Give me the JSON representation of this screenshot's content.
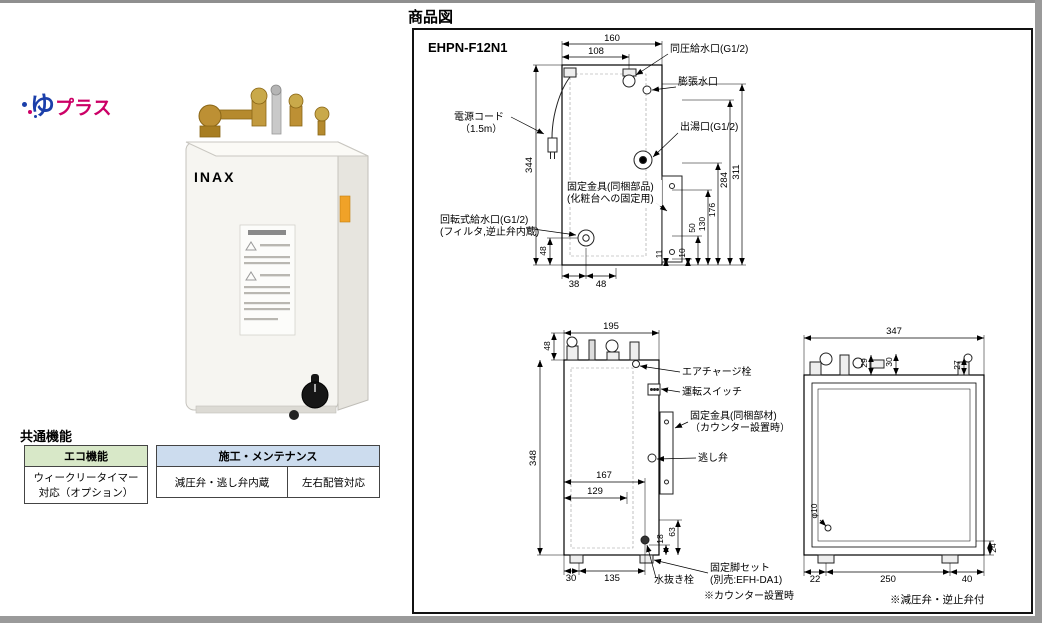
{
  "screen": {
    "section_title": "商品図"
  },
  "drawing": {
    "model": "EHPN-F12N1",
    "footnote": "※減圧弁・逆止弁付",
    "top_view": {
      "labels": {
        "power_cord_1": "電源コード",
        "power_cord_2": "（1.5m）",
        "inlet": "同圧給水口(G1/2)",
        "expansion": "膨張水口",
        "outlet": "出湯口(G1/2)",
        "bracket_1": "固定金具(同梱部品)",
        "bracket_2": "(化粧台への固定用)",
        "rotary_1": "回転式給水口(G1/2)",
        "rotary_2": "(フィルタ,逆止弁内蔵)"
      },
      "dims": {
        "w_total": "160",
        "w_inlet": "108",
        "h_total": "344",
        "h_rotary": "48",
        "hole_10": "10",
        "hole_50": "50",
        "hole_130": "130",
        "hole_176": "176",
        "h_284": "284",
        "h_311": "311",
        "h_11": "11",
        "b_38": "38",
        "b_48": "48"
      }
    },
    "front_view": {
      "labels": {
        "air_plug": "エアチャージ栓",
        "switch": "運転スイッチ",
        "bracket_1": "固定金具(同梱部材)",
        "bracket_2": "（カウンター設置時）",
        "relief_valve": "逃し弁",
        "drain_plug": "水抜き栓",
        "leg_set_1": "固定脚セット",
        "leg_set_2": "(別売:EFH-DA1)",
        "counter_note": "※カウンター設置時"
      },
      "dims": {
        "w_total": "195",
        "h_top": "48",
        "h_total": "348",
        "w_167": "167",
        "w_129": "129",
        "h_18": "18",
        "h_63": "63",
        "b_30": "30",
        "b_135": "135"
      }
    },
    "side_view": {
      "dims": {
        "d_total": "347",
        "d_29": "29",
        "d_30": "30",
        "d_27": "27",
        "phi": "φ10",
        "b_22": "22",
        "b_250": "250",
        "b_40": "40",
        "h_24": "24"
      }
    }
  },
  "left_panel": {
    "logo": {
      "yu": "ゆ",
      "plus": "プラス"
    },
    "product": {
      "brand": "INAX"
    },
    "features": {
      "heading": "共通機能",
      "eco": {
        "header": "エコ機能",
        "row_1": "ウィークリータイマー",
        "row_2": "対応（オプション）"
      },
      "maintenance": {
        "header": "施工・メンテナンス",
        "cell_1": "減圧弁・逃し弁内蔵",
        "cell_2": "左右配管対応"
      }
    }
  },
  "colors": {
    "eco_header_bg": "#d8e8c8",
    "maintenance_header_bg": "#ccdcee",
    "brass": "#b7913a",
    "label_orange": "#f0a228"
  }
}
